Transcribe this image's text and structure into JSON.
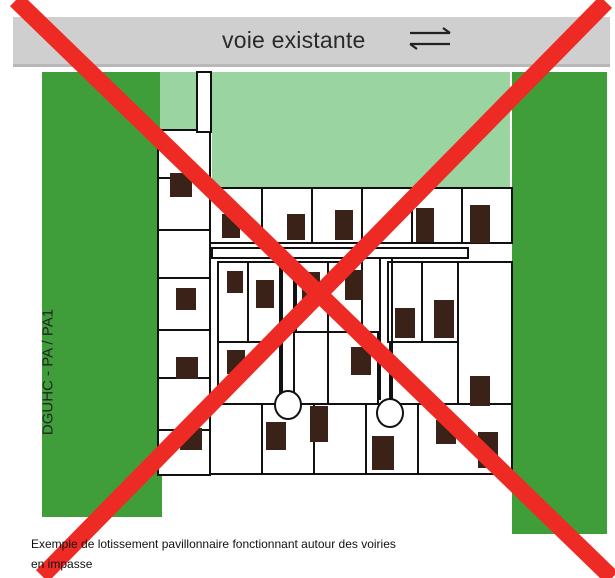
{
  "road": {
    "label": "voie existante",
    "arrows_icon": "two-way-arrows-icon"
  },
  "side_code": "DGUHC - PA / PA1",
  "caption": {
    "line1": "Exemple de lotissement pavillonnaire fonctionnant autour des voiries",
    "line2": "en impasse"
  },
  "colors": {
    "road": "#cfcfcf",
    "light_green": "#9ad4a0",
    "dark_green": "#3f9e3a",
    "house": "#3a2218",
    "cross": "#ee2a24"
  },
  "overlay": {
    "cross_icon": "red-cross-icon"
  }
}
